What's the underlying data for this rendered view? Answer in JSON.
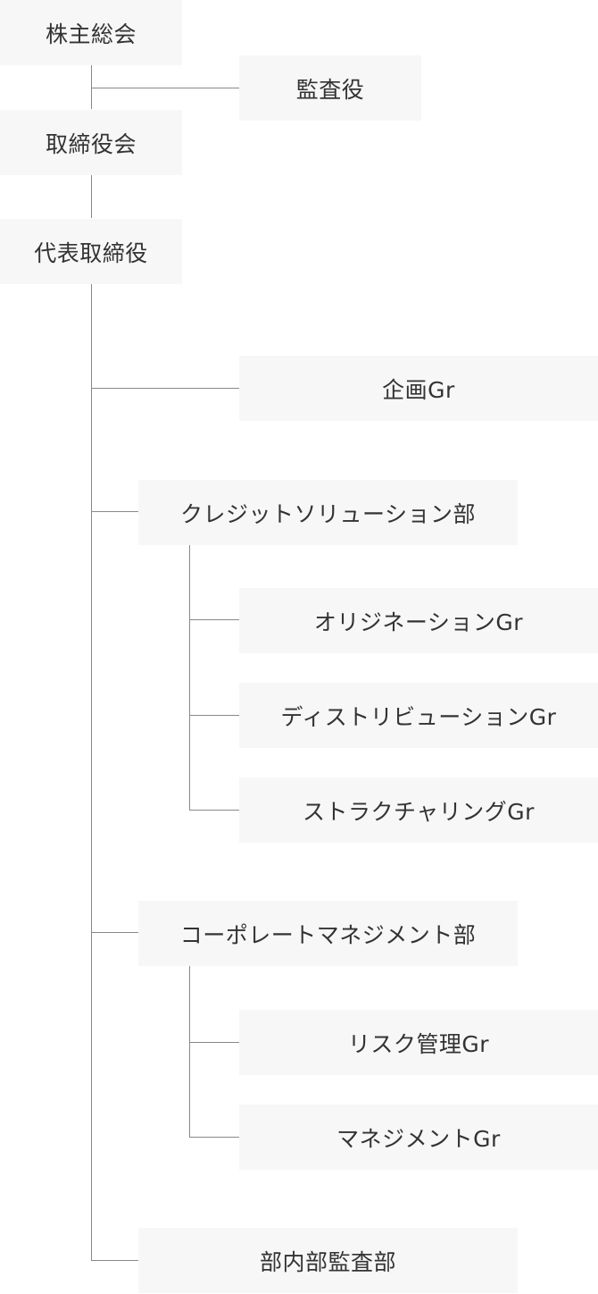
{
  "org_chart": {
    "shareholders_meeting": "株主総会",
    "auditor": "監査役",
    "board_of_directors": "取締役会",
    "representative_director": "代表取締役",
    "planning_group": "企画Gr",
    "credit_solutions": {
      "name": "クレジットソリューション部",
      "groups": [
        "オリジネーションGr",
        "ディストリビューションGr",
        "ストラクチャリングGr"
      ]
    },
    "corporate_management": {
      "name": "コーポレートマネジメント部",
      "groups": [
        "リスク管理Gr",
        "マネジメントGr"
      ]
    },
    "internal_audit": "部内部監査部"
  }
}
